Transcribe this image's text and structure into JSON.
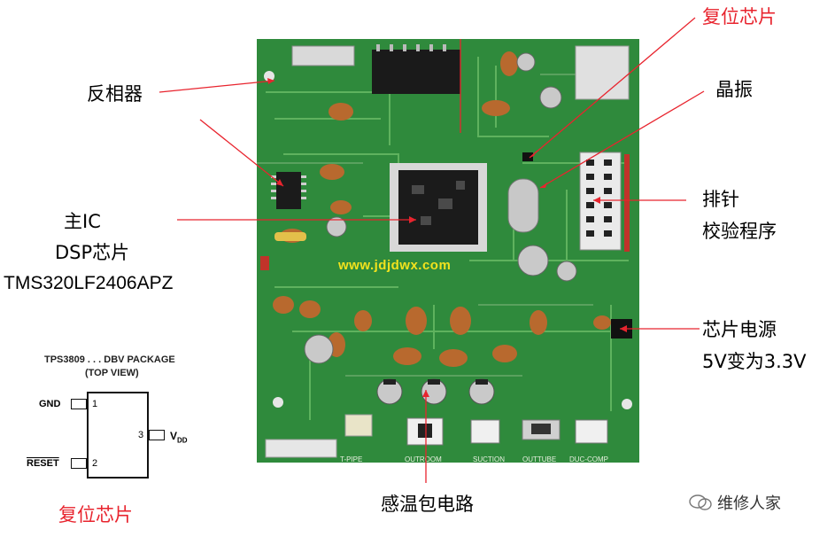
{
  "labels": {
    "reset_chip_top": "复位芯片",
    "inverter": "反相器",
    "crystal": "晶振",
    "main_ic_line1": "主IC",
    "main_ic_line2": "DSP芯片",
    "main_ic_line3": "TMS320LF2406APZ",
    "header_line1": "排针",
    "header_line2": "校验程序",
    "power_chip_line1": "芯片电源",
    "power_chip_line2": "5V变为3.3V",
    "temp_sensor_circuit": "感温包电路",
    "reset_chip_bottom": "复位芯片"
  },
  "package_diagram": {
    "title_line1": "TPS3809 . . . DBV PACKAGE",
    "title_line2": "(TOP VIEW)",
    "pin1_name": "GND",
    "pin1_num": "1",
    "pin2_name": "RESET",
    "pin2_num": "2",
    "pin3_num": "3",
    "pin3_name": "V",
    "pin3_sub": "DD"
  },
  "board": {
    "watermark_text": "www.jdjdwx.com",
    "silkscreen": [
      "T-PIPE",
      "OUTROOM",
      "SUCTION",
      "OUTTUBE",
      "DUC-COMP"
    ]
  },
  "footer": {
    "brand": "维修人家"
  },
  "colors": {
    "callout_line": "#e8242e",
    "board_green": "#2f8a3c",
    "title_red": "#e8242e"
  }
}
